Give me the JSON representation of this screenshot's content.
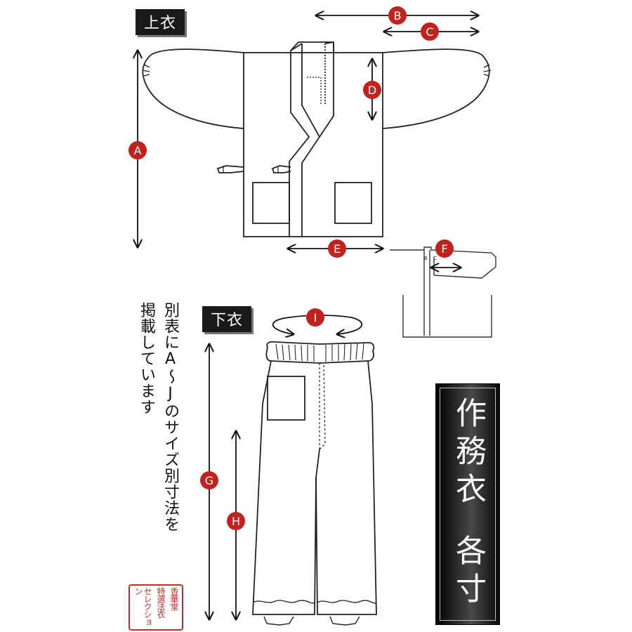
{
  "sections": {
    "top": "上衣",
    "bottom": "下衣"
  },
  "markers": {
    "a": "A",
    "b": "B",
    "c": "C",
    "d": "D",
    "e": "E",
    "f": "F",
    "g": "G",
    "h": "H",
    "i": "I"
  },
  "inset_labels": {
    "b": "B",
    "c": "C"
  },
  "note": {
    "line1": "別表にA～Jのサイズ別寸法を",
    "line2": "掲載しています"
  },
  "title": {
    "part1": "作務衣",
    "part2": "各寸"
  },
  "seal": {
    "col1": "香華堂",
    "col2": "特選法衣",
    "col3": "セレクション"
  },
  "colors": {
    "marker": "#c0221e",
    "title_bg": "#111111",
    "seal": "#c0302a"
  }
}
